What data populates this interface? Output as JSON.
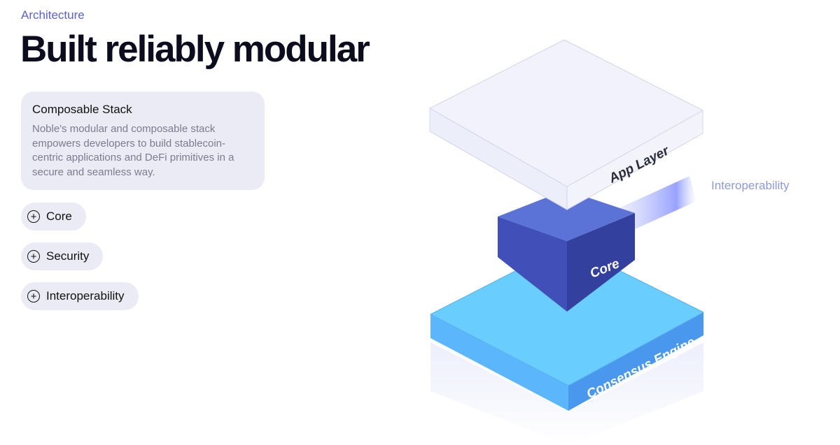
{
  "eyebrow": "Architecture",
  "title": "Built reliably modular",
  "card": {
    "title": "Composable Stack",
    "body": "Noble's modular and composable stack empowers developers to build stablecoin-centric applications and DeFi primitives in a secure and seamless way."
  },
  "pills": [
    {
      "label": "Core",
      "icon": "plus-circle-icon"
    },
    {
      "label": "Security",
      "icon": "plus-circle-icon"
    },
    {
      "label": "Interoperability",
      "icon": "plus-circle-icon"
    }
  ],
  "diagram": {
    "app_layer": "App Layer",
    "core": "Core",
    "consensus": "Consensus Engine",
    "interop": "Interoperability"
  },
  "colors": {
    "accent": "#5b62c9",
    "app": "#f0f1fb",
    "core": "#5b73d6",
    "consensus": "#66c8fd"
  }
}
